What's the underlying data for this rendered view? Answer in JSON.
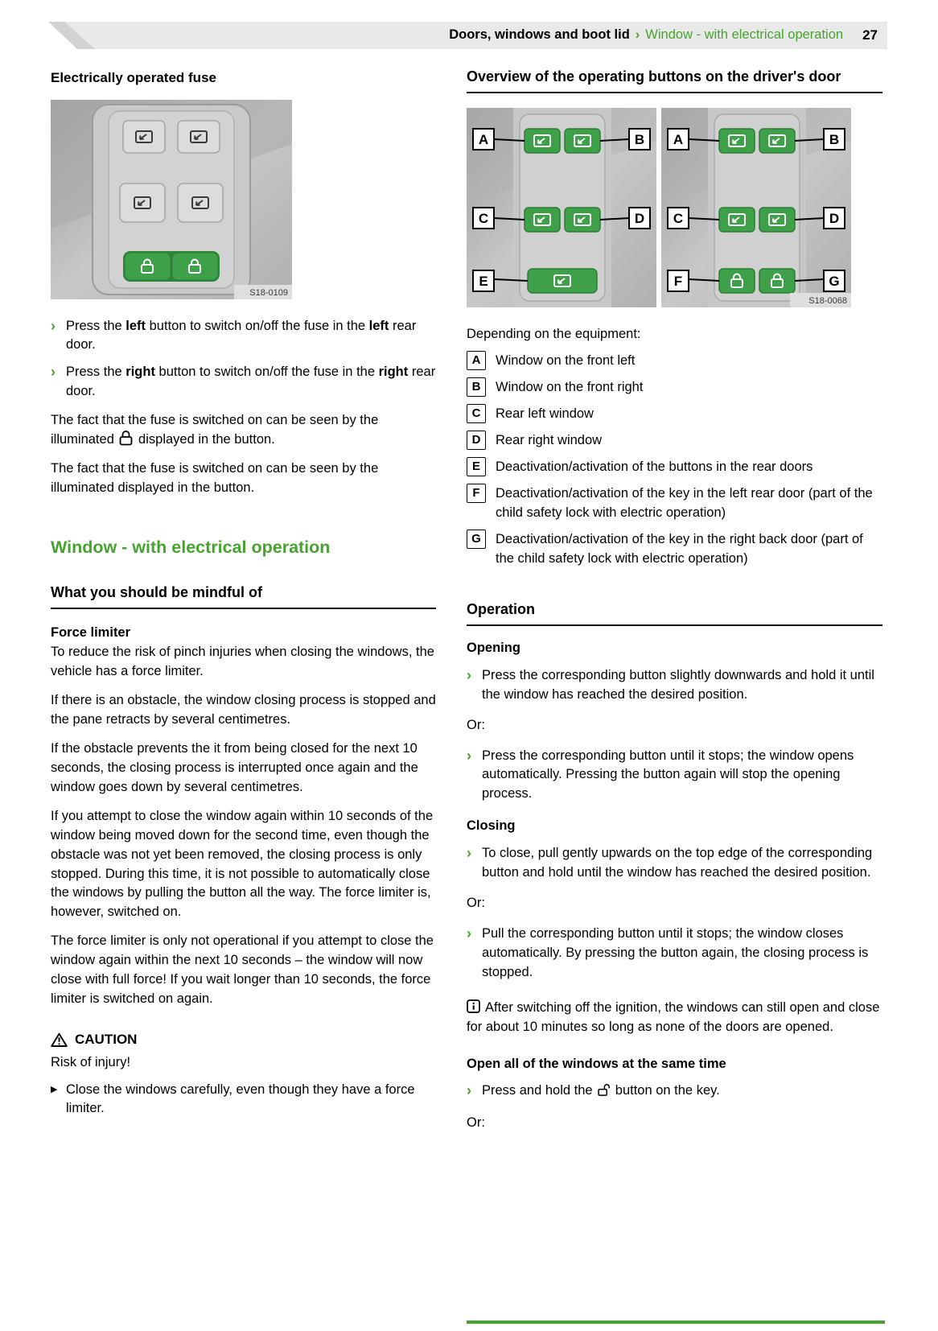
{
  "colors": {
    "accent": "#46a42e",
    "button_green": "#3fa04a"
  },
  "glyphs": {
    "bullet": "›",
    "triangle": "▶"
  },
  "header": {
    "section": "Doors, windows and boot lid",
    "separator": "›",
    "subsection": "Window - with electrical operation",
    "page": "27"
  },
  "fuse": {
    "title": "Electrically operated fuse",
    "image_code": "S18-0109",
    "b1": {
      "t1": "Press the ",
      "s1": "left",
      "t2": " button to switch on/off the fuse in the ",
      "s2": "left",
      "t3": " rear door."
    },
    "b2": {
      "t1": "Press the ",
      "s1": "right",
      "t2": " button to switch on/off the fuse in the ",
      "s2": "right",
      "t3": " rear door."
    },
    "p1a": "The fact that the fuse is switched on can be seen by the illuminated ",
    "p1b": " displayed in the button.",
    "p2": "The fact that the fuse is switched on can be seen by the illuminated displayed in the button."
  },
  "window": {
    "title": "Window - with electrical operation",
    "mindful_title": "What you should be mindful of",
    "force_label": "Force limiter",
    "force_text": "To reduce the risk of pinch injuries when closing the windows, the vehicle has a force limiter.",
    "p1": "If there is an obstacle, the window closing process is stopped and the pane retracts by several centimetres.",
    "p2": "If the obstacle prevents the it from being closed for the next 10 seconds, the closing process is interrupted once again and the window goes down by several centimetres.",
    "p3": "If you attempt to close the window again within 10 seconds of the window being moved down for the second time, even though the obstacle was not yet been removed, the closing process is only stopped. During this time, it is not possible to automatically close the windows by pulling the button all the way. The force limiter is, however, switched on.",
    "p4": "The force limiter is only not operational if you attempt to close the window again within the next 10 seconds – the window will now close with full force! If you wait longer than 10 seconds, the force limiter is switched on again.",
    "caution_title": "CAUTION",
    "caution_risk": "Risk of injury!",
    "caution_item": "Close the windows carefully, even though they have a force limiter."
  },
  "overview": {
    "title": "Overview of the operating buttons on the driver's door",
    "image_code": "S18-0068",
    "panel1_labels": [
      "A",
      "B",
      "C",
      "D",
      "E"
    ],
    "panel2_labels": [
      "A",
      "B",
      "C",
      "D",
      "F",
      "G"
    ],
    "depending": "Depending on the equipment:",
    "legend": [
      {
        "key": "A",
        "text": "Window on the front left"
      },
      {
        "key": "B",
        "text": "Window on the front right"
      },
      {
        "key": "C",
        "text": "Rear left window"
      },
      {
        "key": "D",
        "text": "Rear right window"
      },
      {
        "key": "E",
        "text": "Deactivation/activation of the buttons in the rear doors"
      },
      {
        "key": "F",
        "text": "Deactivation/activation of the key in the left rear door (part of the child safety lock with electric operation)"
      },
      {
        "key": "G",
        "text": "Deactivation/activation of the key in the right back door (part of the child safety lock with electric operation)"
      }
    ]
  },
  "operation": {
    "title": "Operation",
    "opening_label": "Opening",
    "open_b1": "Press the corresponding button slightly downwards and hold it until the window has reached the desired position.",
    "or1": "Or:",
    "open_b2": "Press the corresponding button until it stops; the window opens automatically. Pressing the button again will stop the opening process.",
    "closing_label": "Closing",
    "close_b1": "To close, pull gently upwards on the top edge of the corresponding button and hold until the window has reached the desired position.",
    "or2": "Or:",
    "close_b2": "Pull the corresponding button until it stops; the window closes automatically. By pressing the button again, the closing process is stopped.",
    "note": "After switching off the ignition, the windows can still open and close for about 10 minutes so long as none of the doors are opened.",
    "openall_label": "Open all of the windows at the same time",
    "openall_t1": "Press and hold the ",
    "openall_t2": " button on the key.",
    "or3": "Or:"
  }
}
